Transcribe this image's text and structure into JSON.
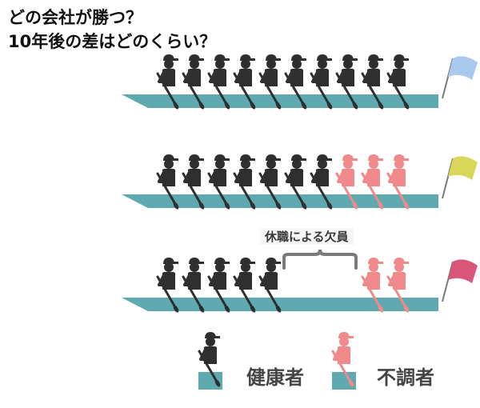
{
  "title": {
    "line1": "どの会社が勝つ？",
    "line2": "10年後の差はどのくらい？"
  },
  "boats": [
    {
      "name": "boat-1",
      "flag_color": "#a9c9ef",
      "rowers": [
        "h",
        "h",
        "h",
        "h",
        "h",
        "h",
        "h",
        "h",
        "h",
        "h"
      ]
    },
    {
      "name": "boat-2",
      "flag_color": "#d9d65a",
      "rowers": [
        "h",
        "h",
        "h",
        "h",
        "h",
        "h",
        "h",
        "u",
        "u",
        "u"
      ]
    },
    {
      "name": "boat-3",
      "flag_color": "#d9567a",
      "rowers": [
        "h",
        "h",
        "h",
        "h",
        "h",
        "e",
        "e",
        "e",
        "u",
        "u"
      ]
    }
  ],
  "annotation": {
    "label": "休職による欠員"
  },
  "legend": {
    "healthy_label": "健康者",
    "unwell_label": "不調者"
  },
  "colors": {
    "hull": "#5fa9b1",
    "healthy": "#2f2f2f",
    "unwell": "#f08a8a",
    "brace": "#7a7a7a"
  }
}
